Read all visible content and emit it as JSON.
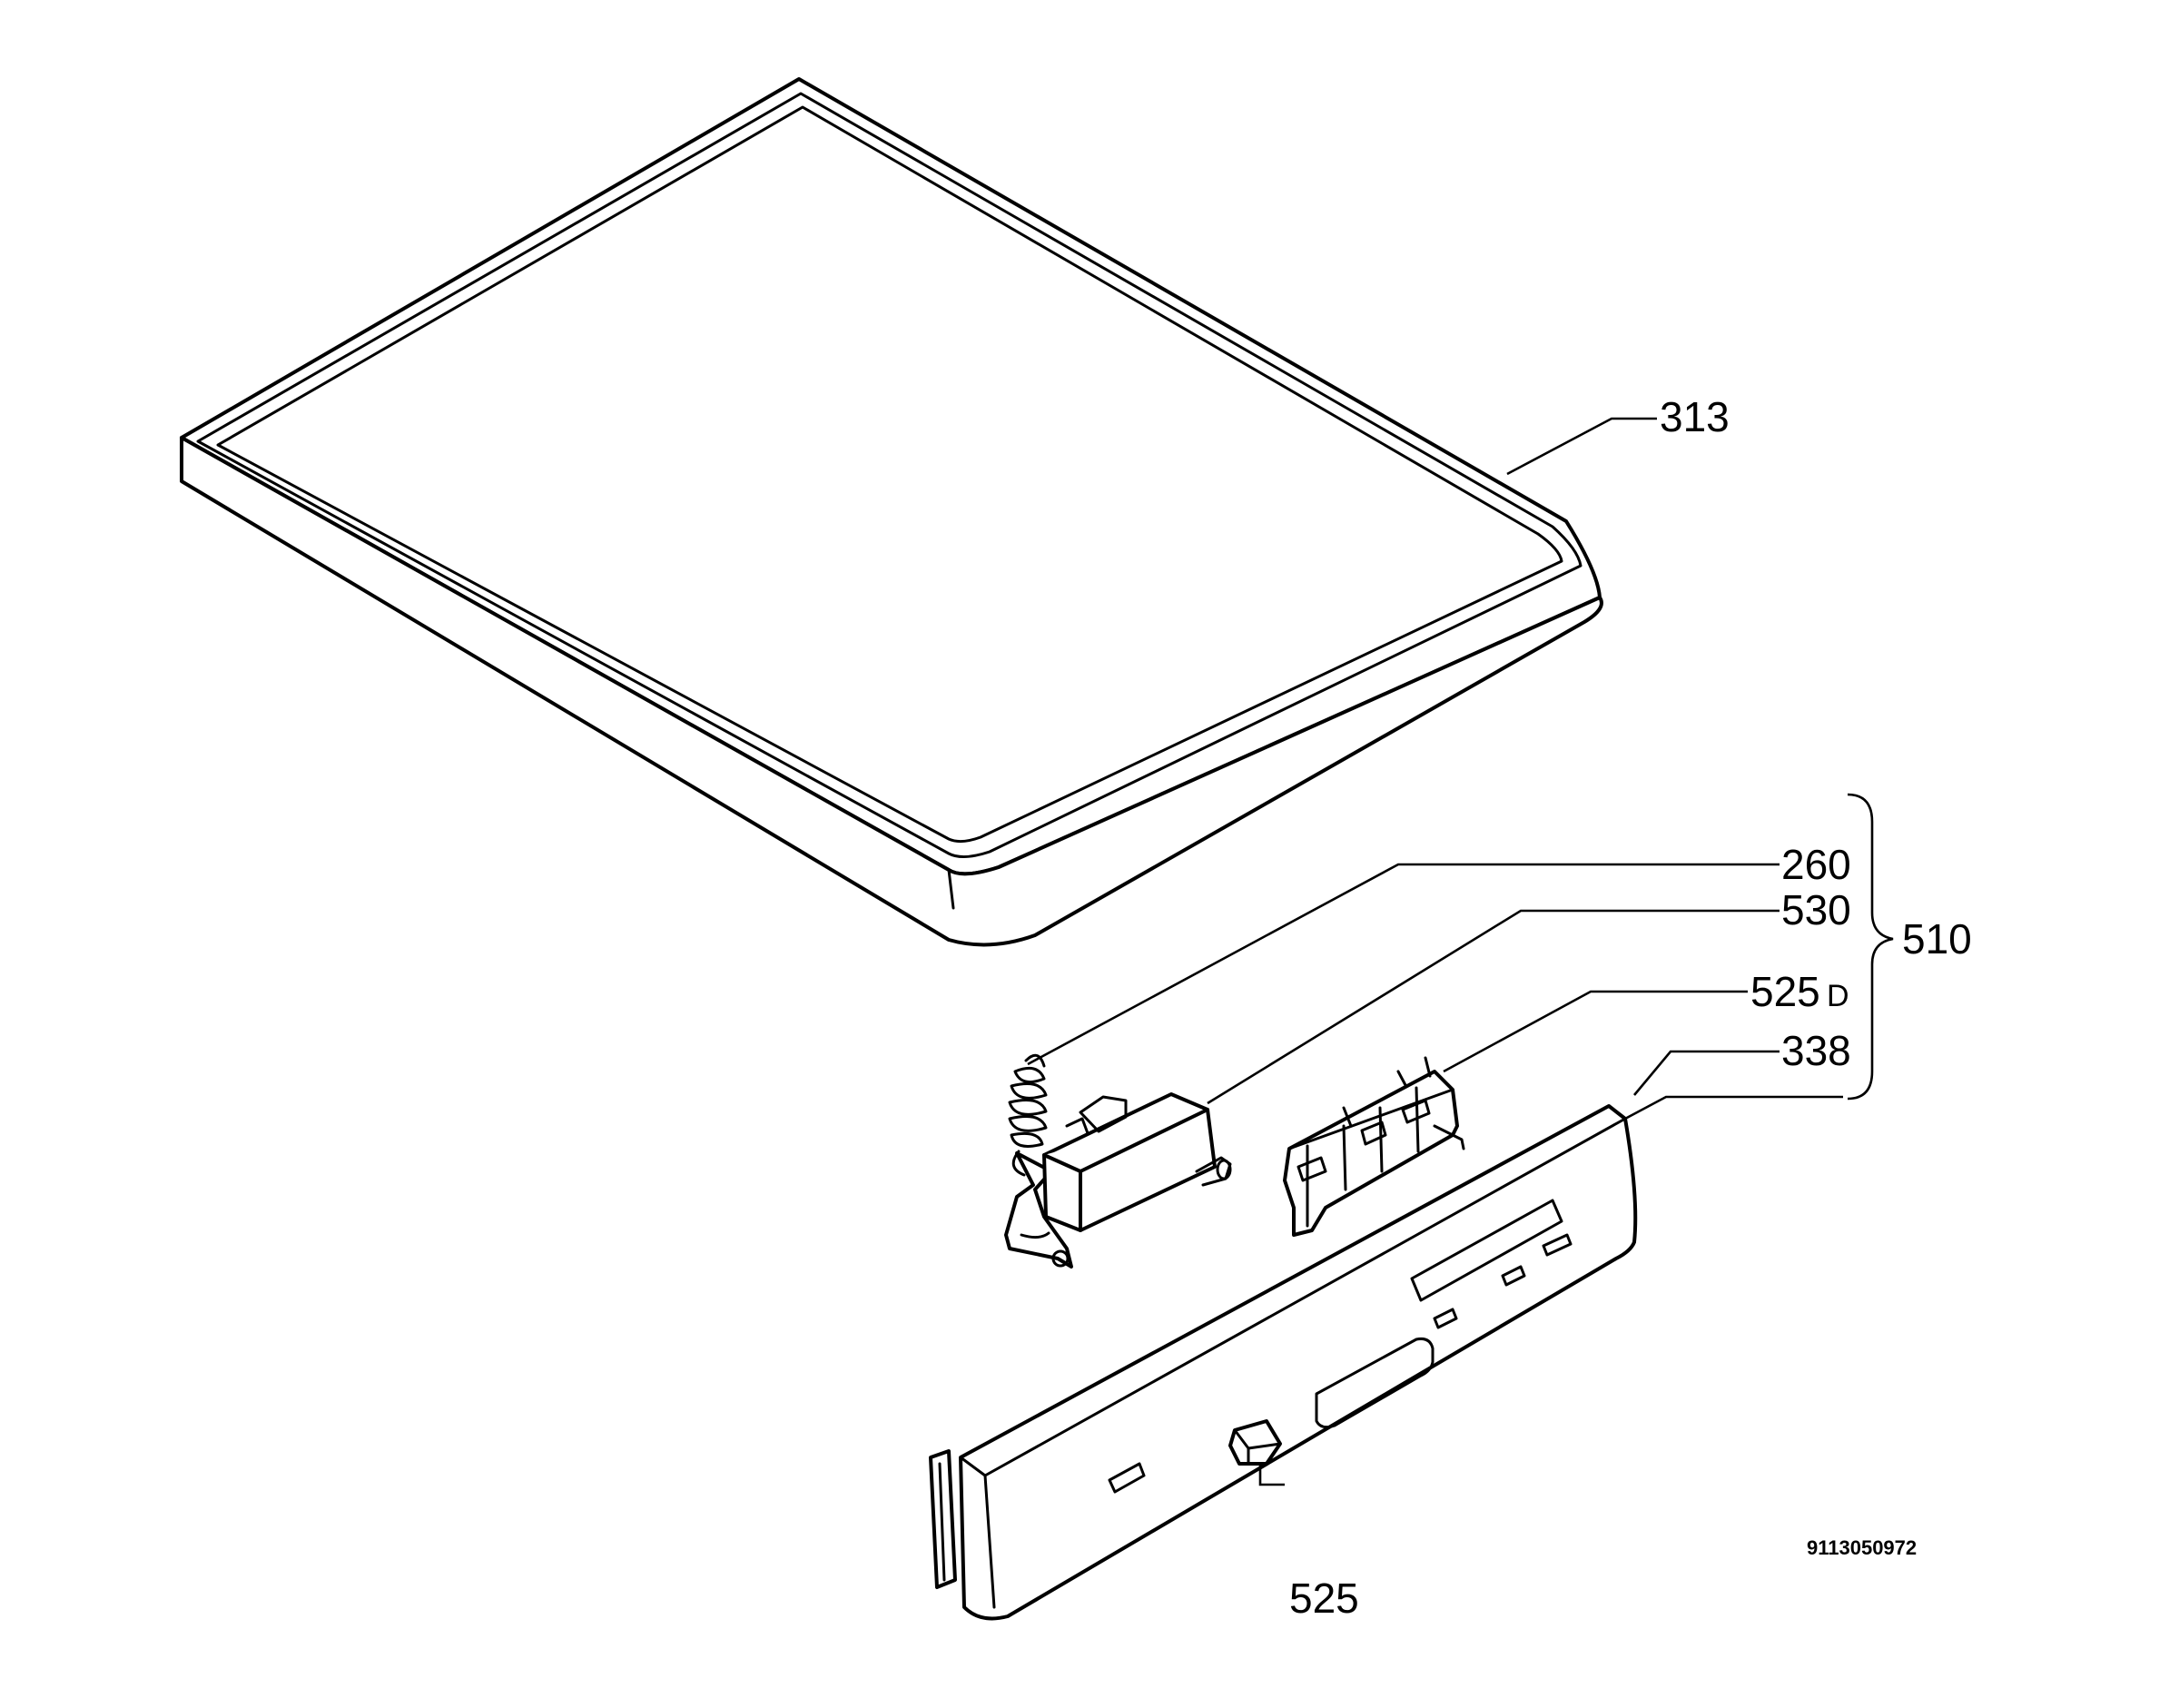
{
  "diagram": {
    "callouts": {
      "cover": "313",
      "spring": "260",
      "handle": "530",
      "board": "525",
      "board_suffix": "D",
      "panel": "338",
      "knob": "525",
      "group": "510"
    },
    "document_code": "9113050972"
  }
}
